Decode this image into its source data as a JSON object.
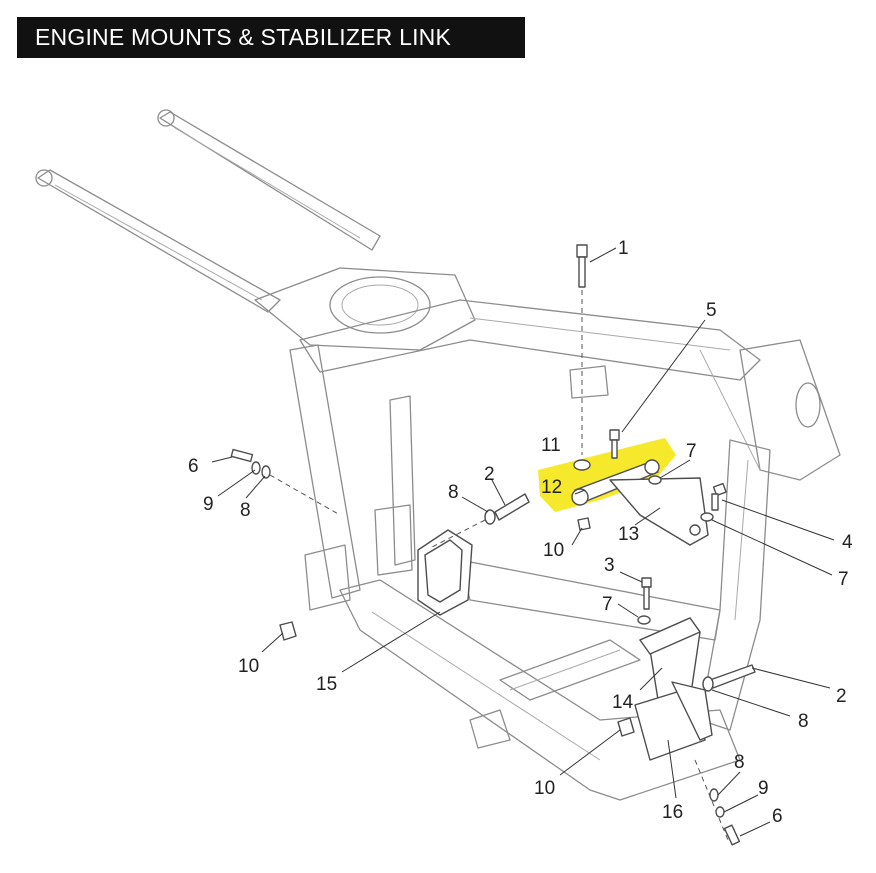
{
  "title": "ENGINE MOUNTS & STABILIZER LINK",
  "highlight_color": "#f5e614",
  "callouts": [
    {
      "id": "c1",
      "label": "1"
    },
    {
      "id": "c5",
      "label": "5"
    },
    {
      "id": "c11",
      "label": "11"
    },
    {
      "id": "c7a",
      "label": "7"
    },
    {
      "id": "c12",
      "label": "12"
    },
    {
      "id": "c2a",
      "label": "2"
    },
    {
      "id": "c6a",
      "label": "6"
    },
    {
      "id": "c9a",
      "label": "9"
    },
    {
      "id": "c8a",
      "label": "8"
    },
    {
      "id": "c8b",
      "label": "8"
    },
    {
      "id": "c10a",
      "label": "10"
    },
    {
      "id": "c13",
      "label": "13"
    },
    {
      "id": "c4",
      "label": "4"
    },
    {
      "id": "c7b",
      "label": "7"
    },
    {
      "id": "c3",
      "label": "3"
    },
    {
      "id": "c7c",
      "label": "7"
    },
    {
      "id": "c10b",
      "label": "10"
    },
    {
      "id": "c15",
      "label": "15"
    },
    {
      "id": "c2b",
      "label": "2"
    },
    {
      "id": "c14",
      "label": "14"
    },
    {
      "id": "c8c",
      "label": "8"
    },
    {
      "id": "c10c",
      "label": "10"
    },
    {
      "id": "c8d",
      "label": "8"
    },
    {
      "id": "c9b",
      "label": "9"
    },
    {
      "id": "c16",
      "label": "16"
    },
    {
      "id": "c6b",
      "label": "6"
    }
  ]
}
